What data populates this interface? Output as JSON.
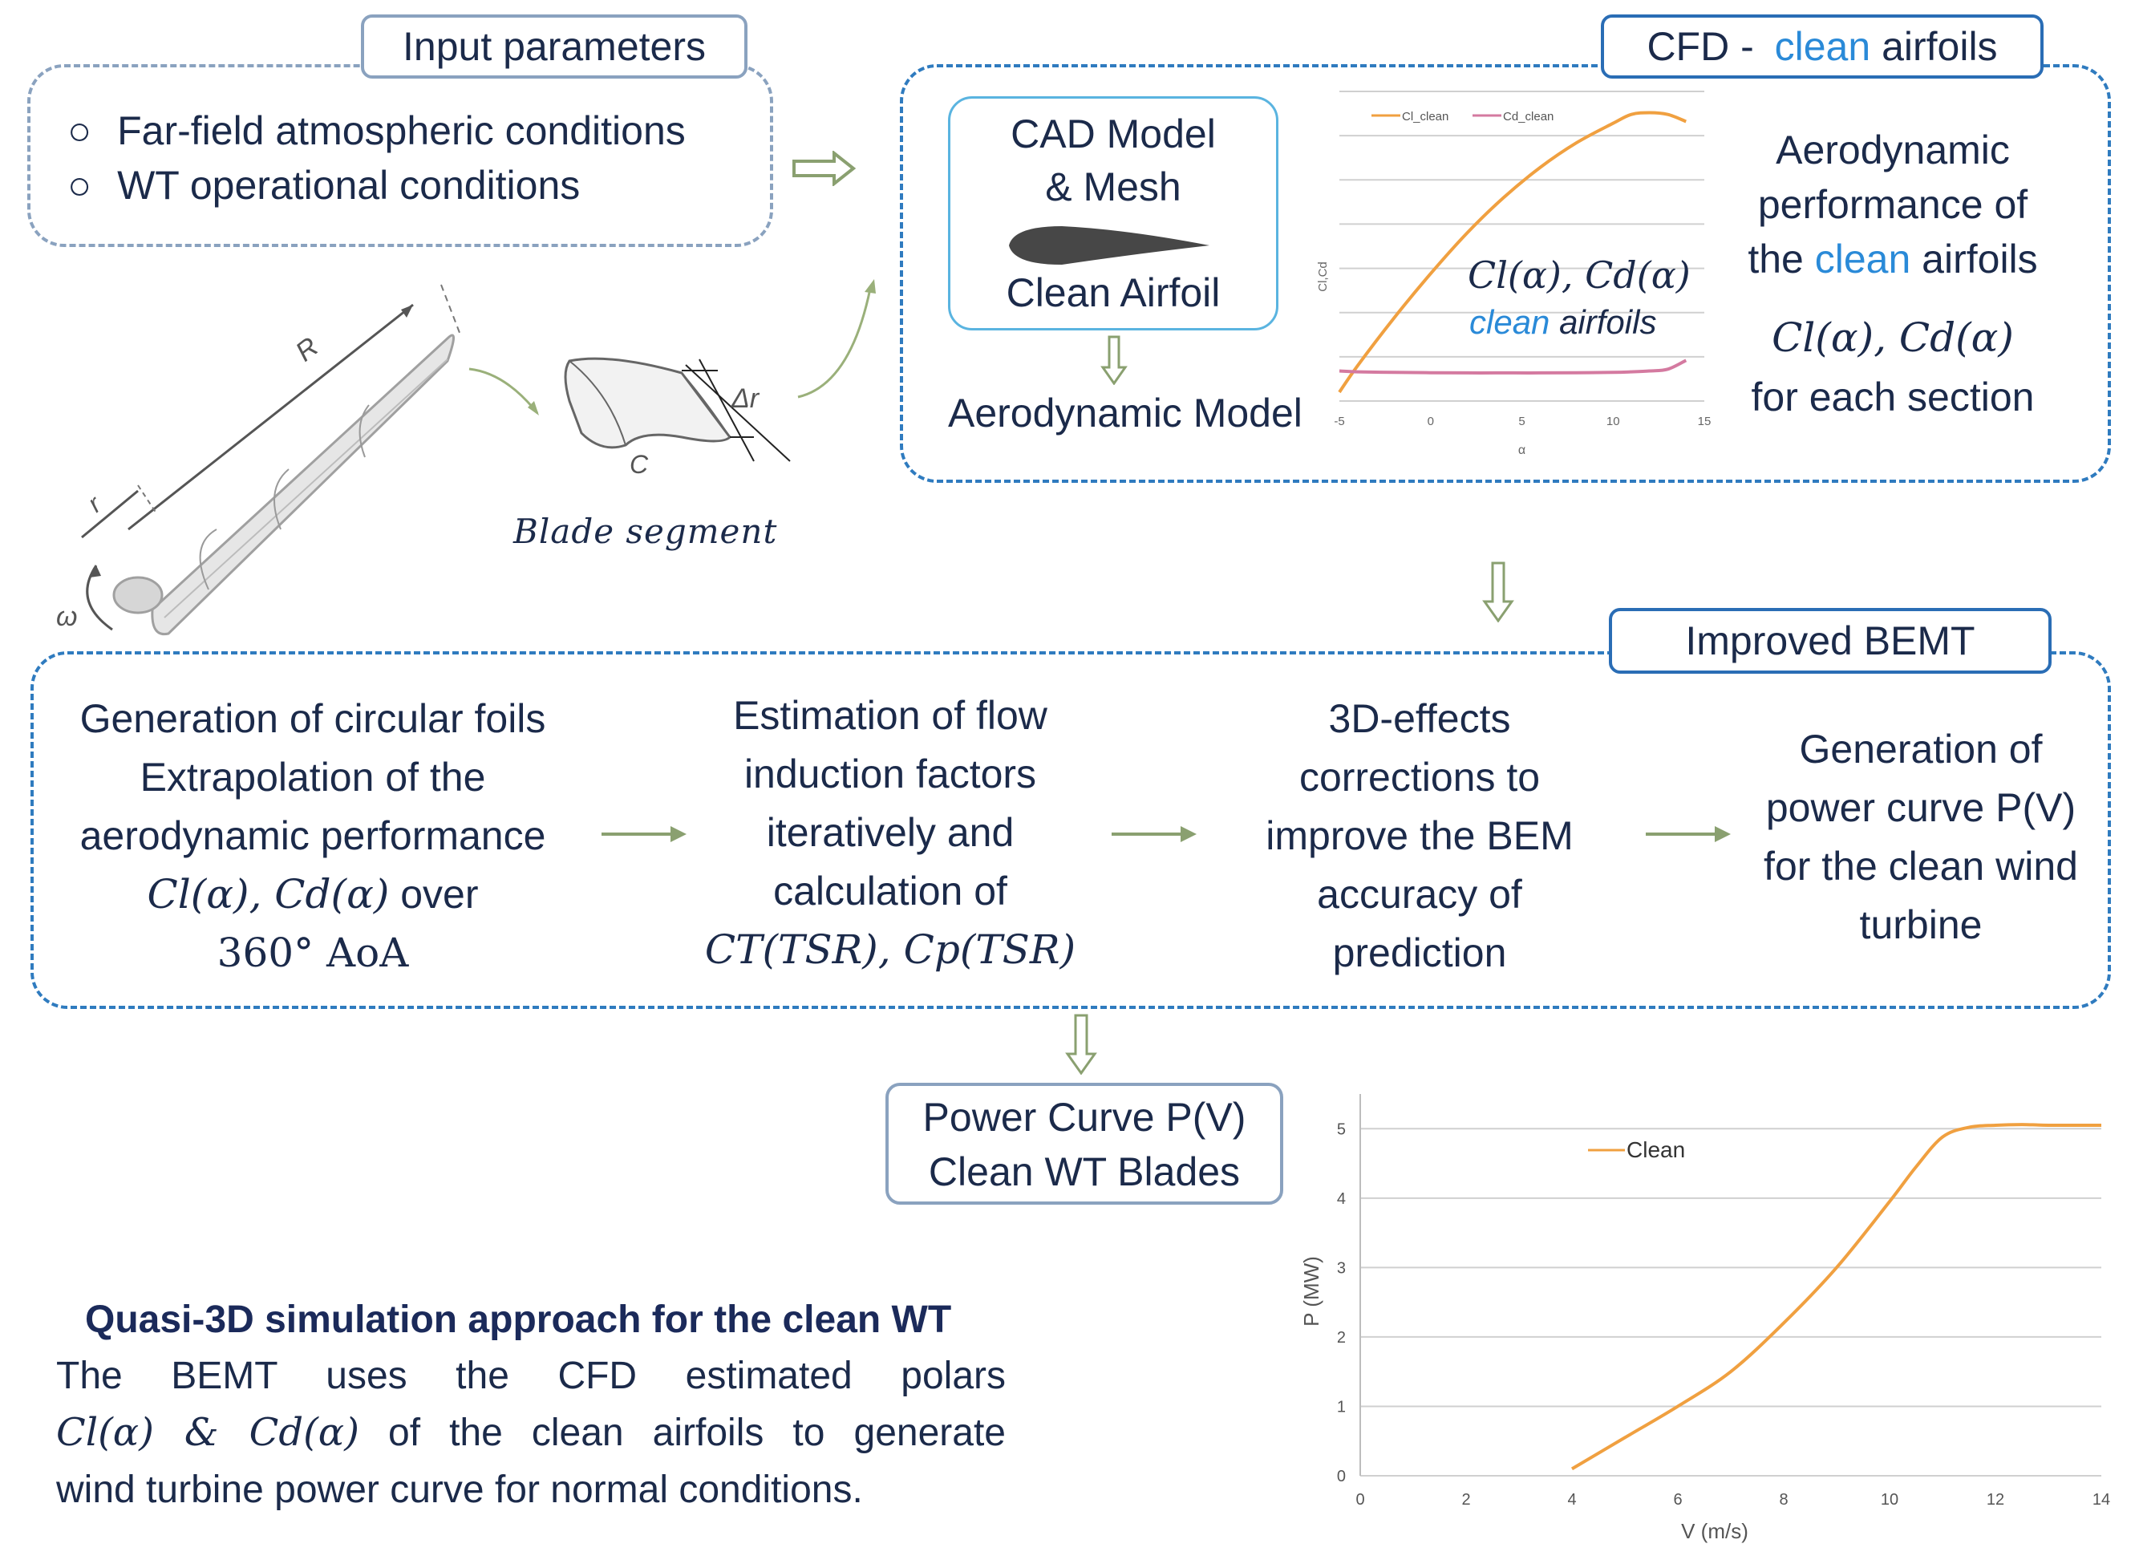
{
  "input": {
    "title": "Input parameters",
    "items": [
      "Far-field atmospheric conditions",
      "WT operational conditions"
    ]
  },
  "blade": {
    "label_R": "R",
    "label_r": "r",
    "label_omega": "ω",
    "label_dr": "Δr",
    "label_C": "C",
    "segment_caption": "Blade segment"
  },
  "cfd": {
    "title_prefix": "CFD - ",
    "title_highlight": "clean",
    "title_suffix": " airfoils",
    "cad_line1": "CAD Model",
    "cad_line2": "& Mesh",
    "cad_line3": "Clean Airfoil",
    "aero_model": "Aerodynamic Model",
    "chart_formula": "Cl(α), Cd(α)",
    "chart_caption_hl": "clean",
    "chart_caption_rest": " airfoils",
    "perf_line1": "Aerodynamic",
    "perf_line2": "performance of",
    "perf_line3_prefix": "the ",
    "perf_line3_hl": "clean",
    "perf_line3_suffix": " airfoils",
    "perf_formula": "Cl(α), Cd(α)",
    "perf_line5": "for each section"
  },
  "bemt": {
    "title": "Improved BEMT",
    "step1": {
      "line1": "Generation of circular foils",
      "line2": "Extrapolation of the",
      "line3": "aerodynamic performance",
      "formula": "Cl(α), Cd(α)",
      "formula_suffix": " over",
      "line5": "360° AoA"
    },
    "step2": {
      "line1": "Estimation of flow",
      "line2": "induction factors",
      "line3": "iteratively and",
      "line4": "calculation of",
      "formula": "CT(TSR), Cp(TSR)"
    },
    "step3": {
      "line1": "3D-effects",
      "line2": "corrections to",
      "line3": "improve the BEM",
      "line4": "accuracy of",
      "line5": "prediction"
    },
    "step4": {
      "line1": "Generation of",
      "line2": "power curve P(V)",
      "line3": "for the clean wind",
      "line4": "turbine"
    }
  },
  "power_box": {
    "line1": "Power Curve P(V)",
    "line2": "Clean WT Blades"
  },
  "summary": {
    "title": "Quasi-3D simulation approach for the clean WT",
    "line1": "The BEMT uses the CFD estimated polars",
    "line2_formula": "Cl(α) & Cd(α)",
    "line2_rest": " of the clean airfoils to generate",
    "line3": "wind turbine power curve for normal conditions."
  },
  "chart_data": [
    {
      "type": "line",
      "x": [
        -5,
        -4,
        -2,
        0,
        2,
        4,
        6,
        8,
        10,
        11,
        12,
        13,
        14
      ],
      "series": [
        {
          "name": "Cl_clean",
          "color": "#f0a040",
          "values": [
            -0.1,
            0.05,
            0.32,
            0.57,
            0.8,
            1.0,
            1.17,
            1.31,
            1.42,
            1.47,
            1.48,
            1.47,
            1.43
          ]
        },
        {
          "name": "Cd_clean",
          "color": "#d47aa0",
          "values": [
            0.02,
            0.015,
            0.012,
            0.01,
            0.009,
            0.009,
            0.009,
            0.01,
            0.012,
            0.015,
            0.02,
            0.03,
            0.08
          ]
        }
      ],
      "xticks": [
        "-5",
        "0",
        "5",
        "10",
        "15"
      ],
      "xlim": [
        -5,
        15
      ],
      "ylim": [
        -0.15,
        1.6
      ],
      "xlabel": "α",
      "ylabel": "Cl,Cd",
      "grid": true,
      "legend": "top"
    },
    {
      "type": "line",
      "x": [
        4,
        5,
        6,
        7,
        8,
        9,
        10,
        10.5,
        11,
        11.5,
        12,
        12.5,
        13,
        14
      ],
      "series": [
        {
          "name": "Clean",
          "color": "#f0a040",
          "values": [
            0.1,
            0.55,
            1.0,
            1.5,
            2.2,
            3.0,
            3.95,
            4.45,
            4.88,
            5.02,
            5.05,
            5.06,
            5.05,
            5.05
          ]
        }
      ],
      "xticks": [
        "0",
        "2",
        "4",
        "6",
        "8",
        "10",
        "12",
        "14"
      ],
      "yticks": [
        "0",
        "1",
        "2",
        "3",
        "4",
        "5"
      ],
      "xlim": [
        0,
        14
      ],
      "ylim": [
        0,
        5.5
      ],
      "xlabel": "V (m/s)",
      "ylabel": "P (MW)",
      "grid": true,
      "legend": "top-left"
    }
  ]
}
